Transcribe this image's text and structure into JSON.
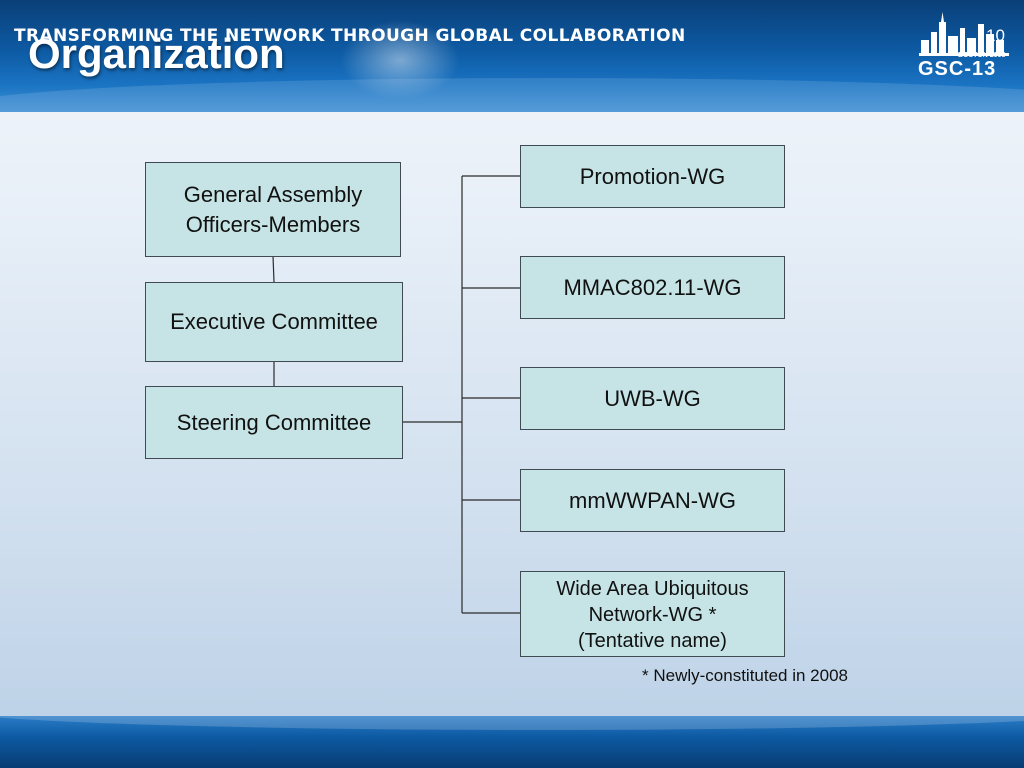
{
  "slide": {
    "title": "Organization",
    "page_number": "10"
  },
  "logo": {
    "icon": "boston-skyline-icon",
    "subtitle": "BOSTON 2008",
    "name": "GSC-13"
  },
  "org": {
    "left": [
      {
        "lines": [
          "General Assembly",
          "Officers-Members"
        ]
      },
      {
        "lines": [
          "Executive Committee"
        ]
      },
      {
        "lines": [
          "Steering Committee"
        ]
      }
    ],
    "right": [
      {
        "lines": [
          "Promotion-WG"
        ]
      },
      {
        "lines": [
          "MMAC802.11-WG"
        ]
      },
      {
        "lines": [
          "UWB-WG"
        ]
      },
      {
        "lines": [
          "mmWWPAN-WG"
        ]
      },
      {
        "lines": [
          "Wide Area Ubiquitous",
          "Network-WG *",
          "(Tentative name)"
        ]
      }
    ]
  },
  "footnote": "* Newly-constituted in 2008",
  "footer": {
    "tagline": "TRANSFORMING THE NETWORK THROUGH GLOBAL COLLABORATION"
  },
  "colors": {
    "header_blue": "#0d5aa3",
    "box_fill": "#c6e4e6",
    "box_border": "#3f4a52"
  }
}
